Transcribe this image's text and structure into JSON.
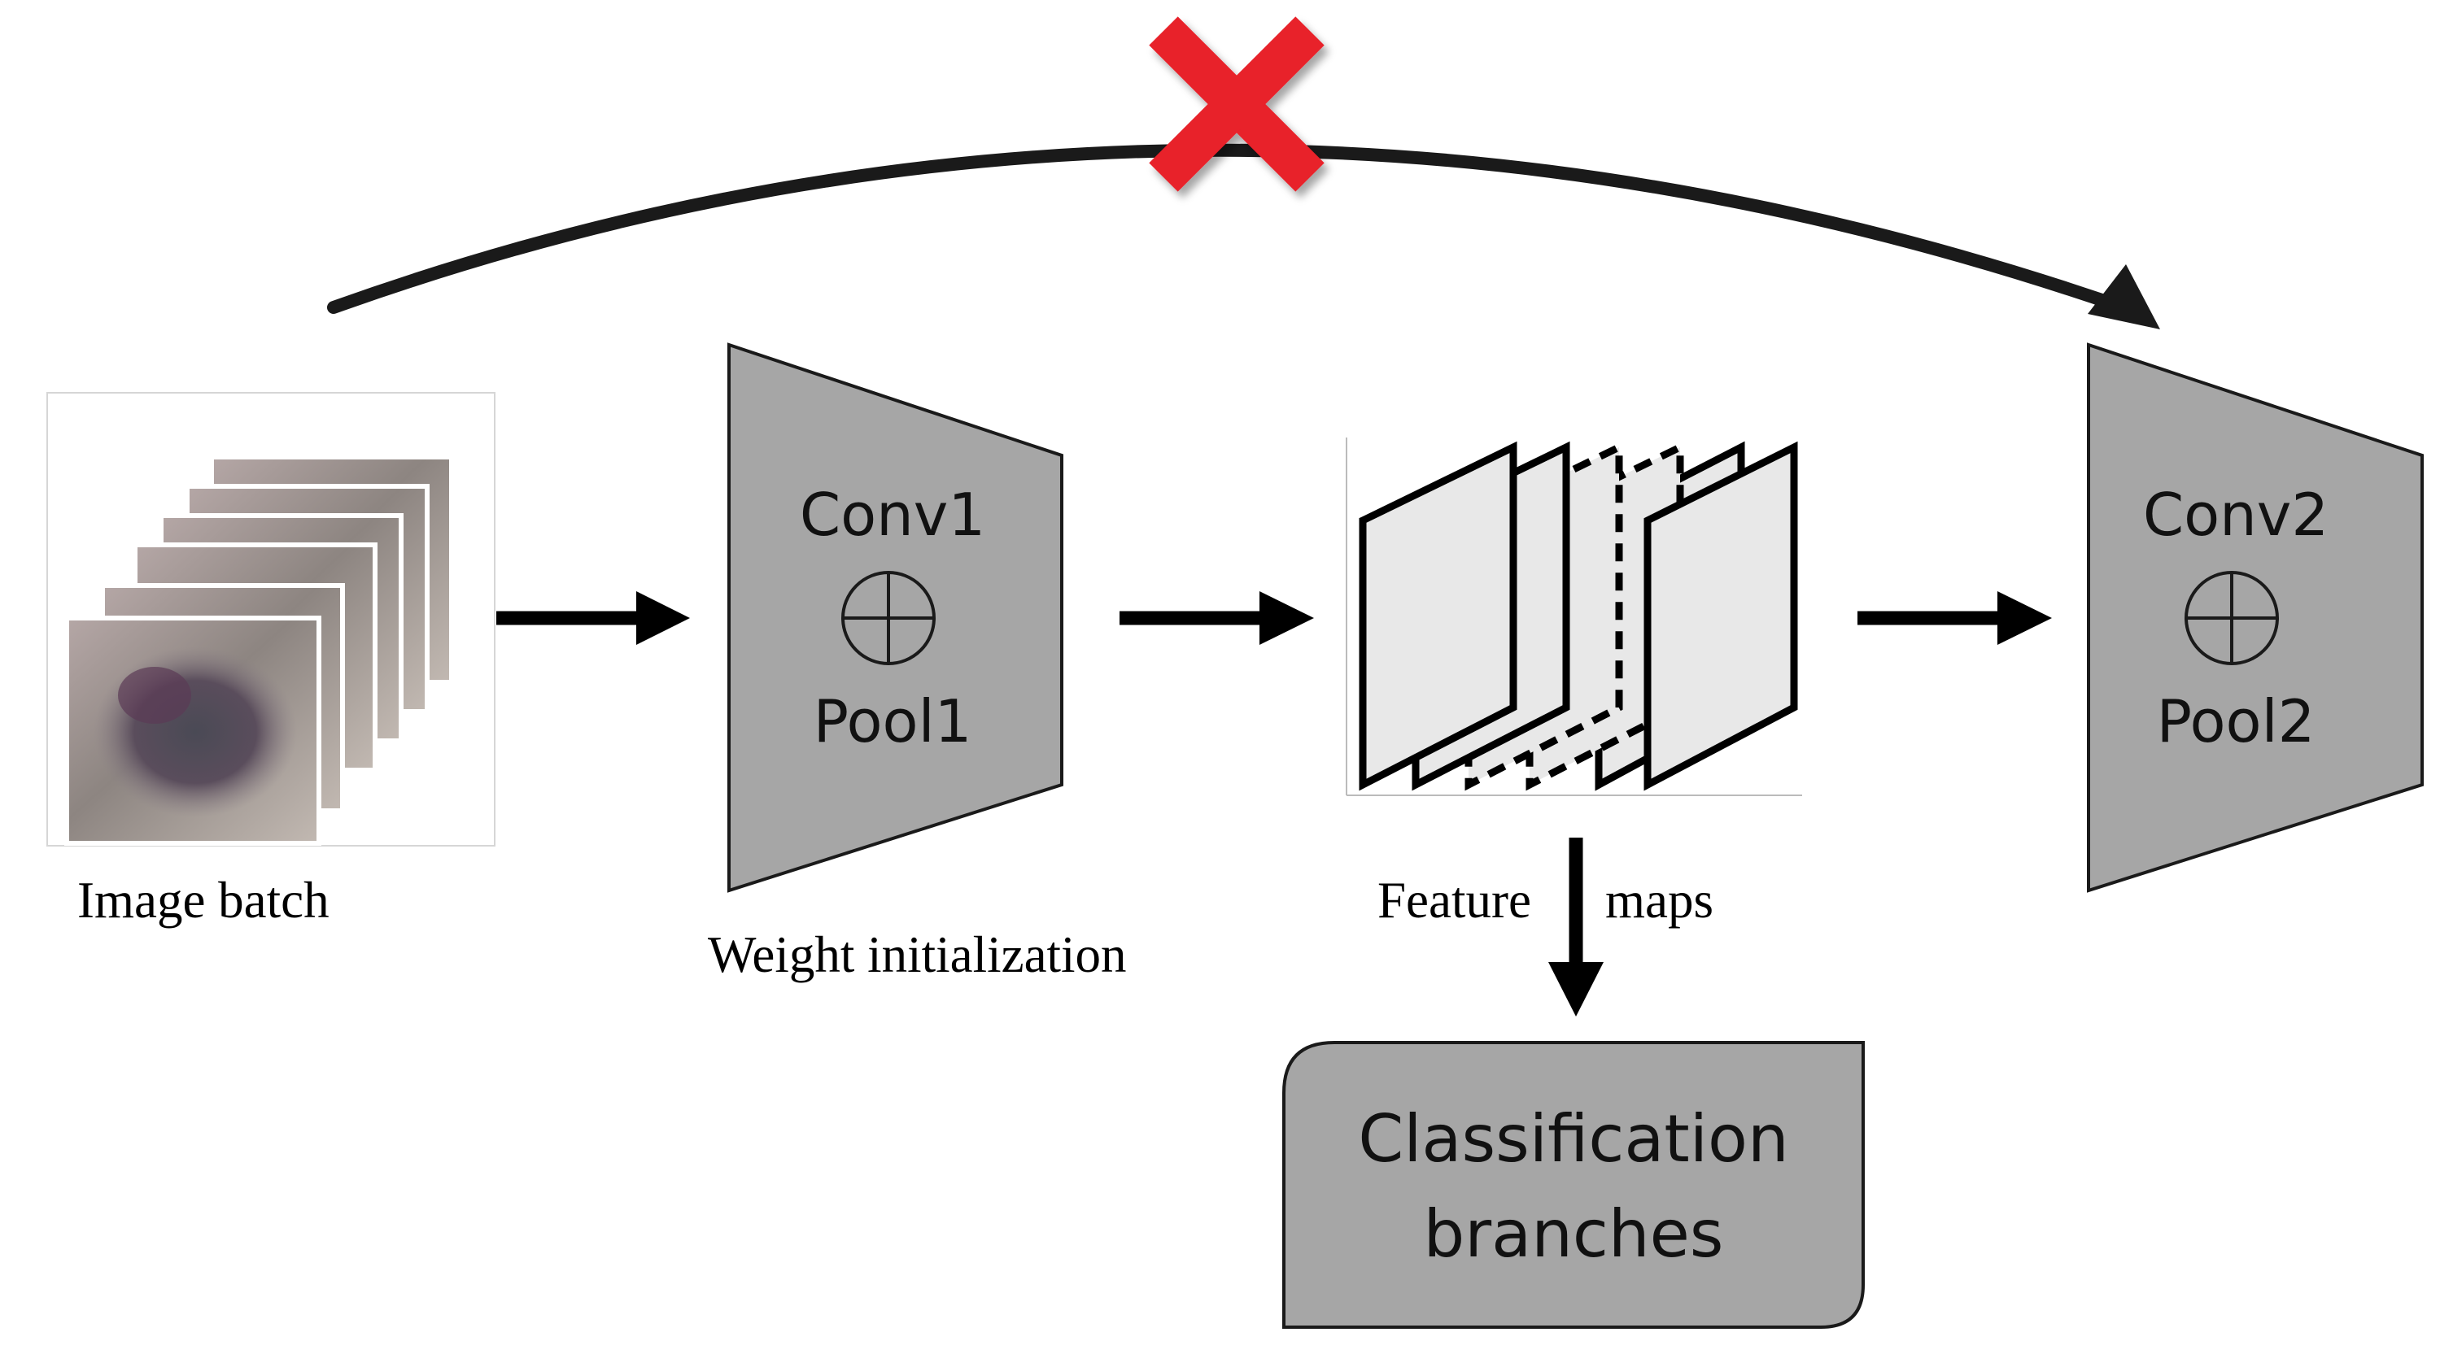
{
  "labels": {
    "image_batch": "Image batch",
    "weight_initialization": "Weight initialization",
    "feature": "Feature",
    "maps": "maps"
  },
  "block1": {
    "top": "Conv1",
    "bottom": "Pool1"
  },
  "block2": {
    "top": "Conv2",
    "bottom": "Pool2"
  },
  "classification": {
    "line1": "Classification",
    "line2": "branches"
  },
  "colors": {
    "block_fill": "#a6a6a6",
    "stroke": "#1a1a1a",
    "cross": "#e8202a",
    "map_fill": "#e8e8e8"
  },
  "icons": {
    "operator": "circled-plus-icon",
    "blocked_skip": "red-x-icon"
  }
}
